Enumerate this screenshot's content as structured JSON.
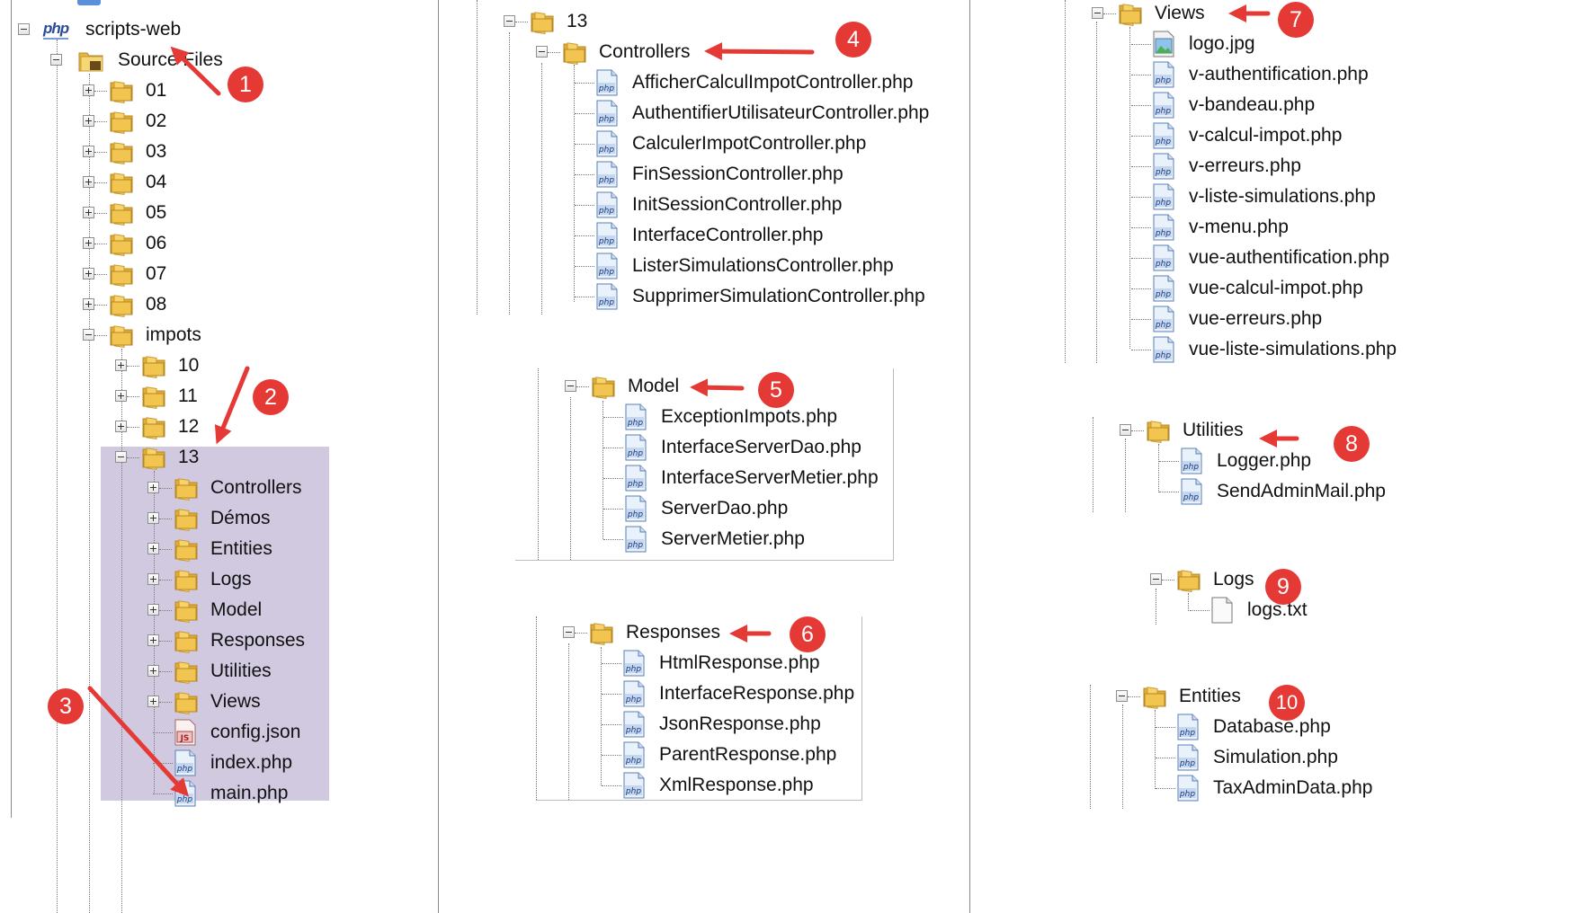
{
  "colors": {
    "highlight": "#d1c9e0",
    "arrow": "#e53935",
    "folder": "#e7b83f"
  },
  "p1": {
    "project": "scripts-web",
    "source_label": "Source Files",
    "folders": [
      "01",
      "02",
      "03",
      "04",
      "05",
      "06",
      "07",
      "08"
    ],
    "impots": "impots",
    "impots_children": [
      "10",
      "11",
      "12"
    ],
    "sel_folder": "13",
    "sel_children": [
      "Controllers",
      "Démos",
      "Entities",
      "Logs",
      "Model",
      "Responses",
      "Utilities",
      "Views"
    ],
    "config": "config.json",
    "index": "index.php",
    "main": "main.php"
  },
  "p2": {
    "root": "13",
    "controllers": "Controllers",
    "controller_files": [
      "AfficherCalculImpotController.php",
      "AuthentifierUtilisateurController.php",
      "CalculerImpotController.php",
      "FinSessionController.php",
      "InitSessionController.php",
      "InterfaceController.php",
      "ListerSimulationsController.php",
      "SupprimerSimulationController.php"
    ],
    "model": "Model",
    "model_files": [
      "ExceptionImpots.php",
      "InterfaceServerDao.php",
      "InterfaceServerMetier.php",
      "ServerDao.php",
      "ServerMetier.php"
    ],
    "responses": "Responses",
    "response_files": [
      "HtmlResponse.php",
      "InterfaceResponse.php",
      "JsonResponse.php",
      "ParentResponse.php",
      "XmlResponse.php"
    ]
  },
  "p3": {
    "views": "Views",
    "views_files": [
      "logo.jpg",
      "v-authentification.php",
      "v-bandeau.php",
      "v-calcul-impot.php",
      "v-erreurs.php",
      "v-liste-simulations.php",
      "v-menu.php",
      "vue-authentification.php",
      "vue-calcul-impot.php",
      "vue-erreurs.php",
      "vue-liste-simulations.php"
    ],
    "utilities": "Utilities",
    "utilities_files": [
      "Logger.php",
      "SendAdminMail.php"
    ],
    "logs": "Logs",
    "logs_files": [
      "logs.txt"
    ],
    "entities": "Entities",
    "entities_files": [
      "Database.php",
      "Simulation.php",
      "TaxAdminData.php"
    ]
  },
  "badges": [
    "1",
    "2",
    "3",
    "4",
    "5",
    "6",
    "7",
    "8",
    "9",
    "10"
  ]
}
